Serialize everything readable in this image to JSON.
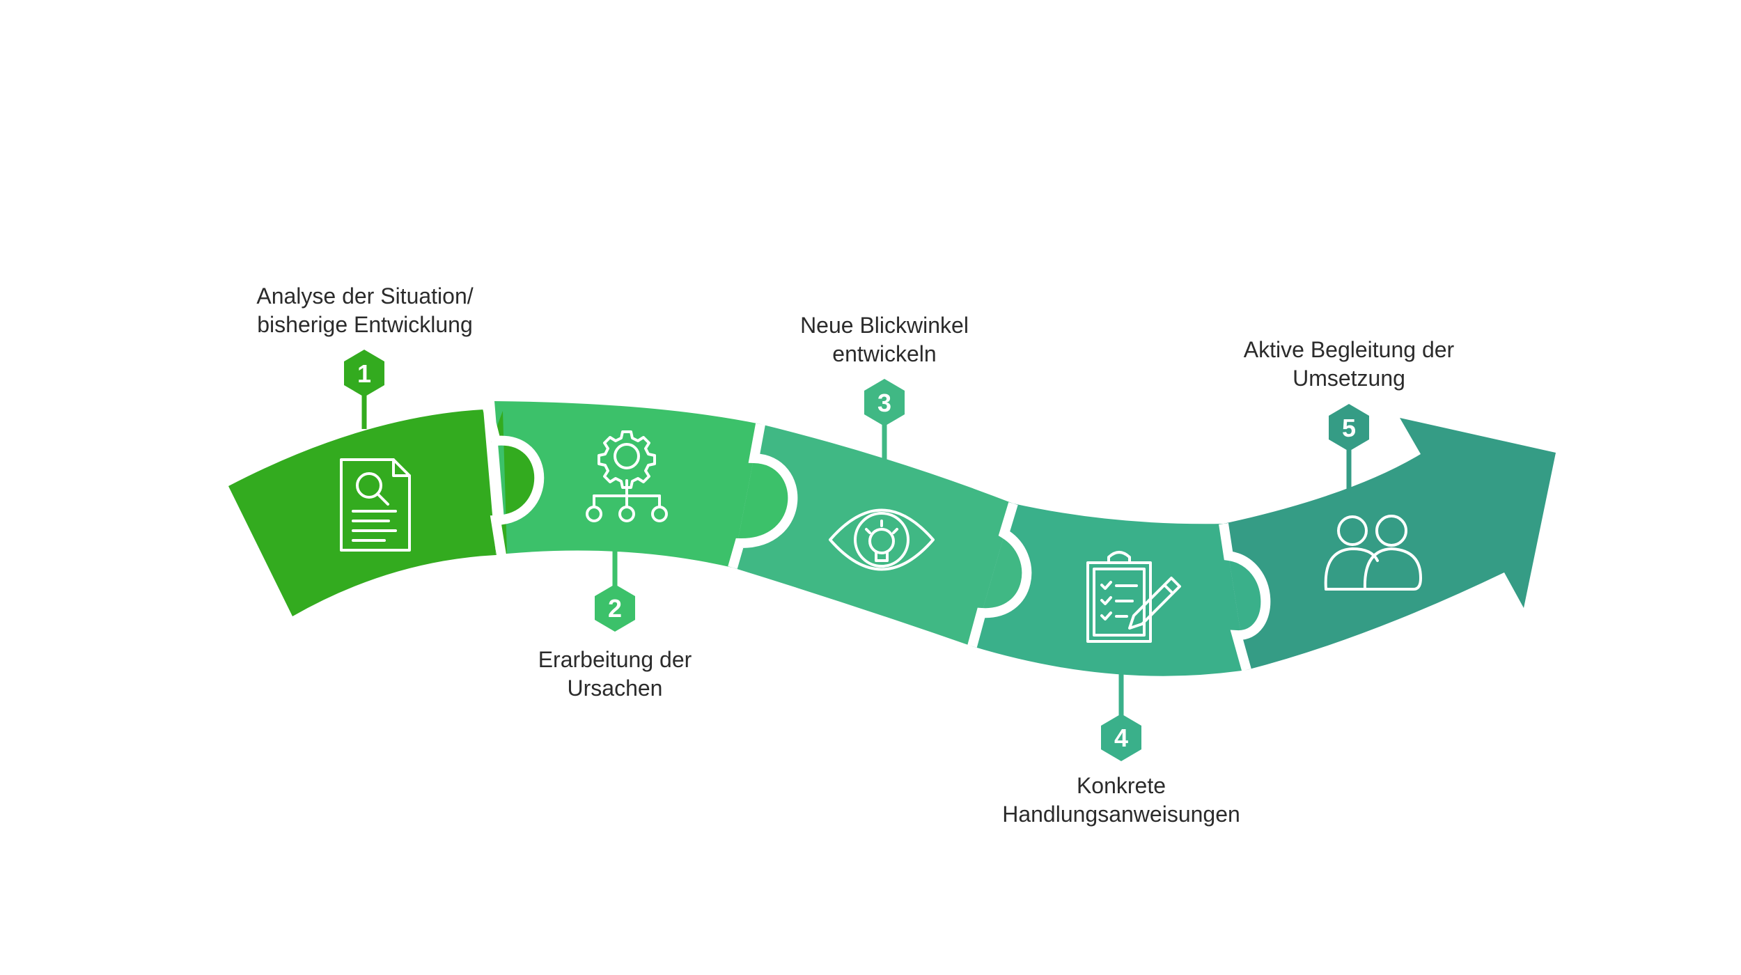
{
  "steps": [
    {
      "number": "1",
      "title_lines": [
        "Analyse der Situation/",
        "bisherige Entwicklung"
      ],
      "icon": "document-search-icon",
      "color": "#33ab1f"
    },
    {
      "number": "2",
      "title_lines": [
        "Erarbeitung der",
        "Ursachen"
      ],
      "icon": "gear-hierarchy-icon",
      "color": "#3cc16a"
    },
    {
      "number": "3",
      "title_lines": [
        "Neue Blickwinkel",
        "entwickeln"
      ],
      "icon": "eye-lightbulb-icon",
      "color": "#40b884"
    },
    {
      "number": "4",
      "title_lines": [
        "Konkrete",
        "Handlungsanweisungen"
      ],
      "icon": "clipboard-checklist-icon",
      "color": "#3ab08a"
    },
    {
      "number": "5",
      "title_lines": [
        "Aktive Begleitung der",
        "Umsetzung"
      ],
      "icon": "people-icon",
      "color": "#359c85"
    }
  ]
}
